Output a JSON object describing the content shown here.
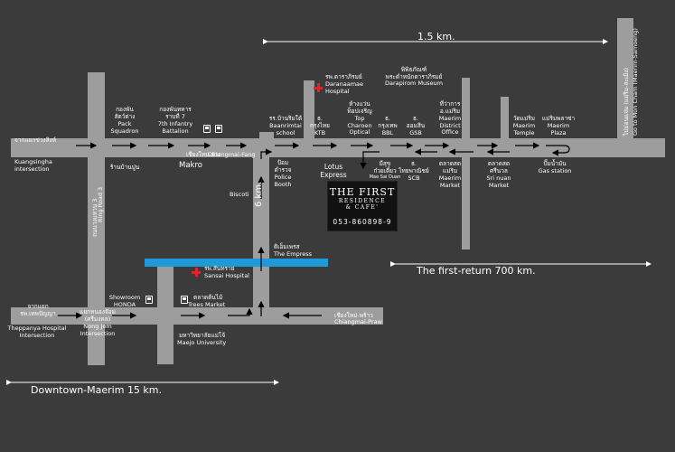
{
  "colors": {
    "background": "#3b3b3b",
    "road": "#9d9d9d",
    "canal": "#1f9ad6",
    "hospital": "#e8202a",
    "text": "#ffffff"
  },
  "distances": {
    "top": "1.5 km.",
    "return": "The first-return 700 km.",
    "downtown": "Downtown-Maerim   15 km.",
    "soi": "6 km."
  },
  "roads": {
    "chiangmai_fang": "Chiangmai-Fang",
    "chiangmai_fang_th": "เชียงใหม่-ฝาง",
    "chiangmai_praw": "Chiangmai-Praw",
    "chiangmai_praw_th": "เชียงใหม่-พร้าว",
    "ring_road": "Ring Road 3",
    "ring_road_th": "ถนนวงแหวน 3",
    "mon_cham": "Go to Mon Cham (Maerim-Samoeng)",
    "mon_cham_th": "ไปม่อนแจ่ม (แม่ริม-สะเมิง)"
  },
  "brand": {
    "title": "THE FIRST",
    "subtitle": "RESIDENCE\n& CAFE'",
    "phone": "053-860898-9"
  },
  "places": {
    "kuang_th": "จากแยกข่วงสิงห์",
    "kuang": "Kuangsingha\nintersection",
    "pack_th": "กองพัน\nสัตว์ต่าง",
    "pack": "Pack\nSquadron",
    "infantry_th": "กองพันทหาร\nราบที่ 7",
    "infantry": "7th Infantry\nBattalion",
    "baanrimtai_th": "รร.บ้านริมใต้",
    "baanrimtai": "Baanrimtai\nschool",
    "hosp_th": "รพ.ดาราภิรมย์",
    "hosp": "Daranaamae\nHospital",
    "ktb_th": "ธ.\nกรุงไทย",
    "ktb": "KTB",
    "topcharoen_th": "ห้างแว่น\nท็อปเจริญ",
    "topcharoen": "Top\nCharoen\nOptical",
    "bbl_th": "ธ.\nกรุงเทพ",
    "bbl": "BBL",
    "gsb_th": "ธ.\nออมสิน",
    "gsb": "GSB",
    "district_th": "ที่ว่าการ\nอ.แม่ริม",
    "district": "Maerim\nDistrict\nOffice",
    "museum_th": "พิพิธภัณฑ์\nพระตำหนักดาราภิรมย์",
    "museum": "Darapirom Museum",
    "temple_th": "วัดแม่ริม",
    "temple": "Maerim\nTemple",
    "plaza_th": "แม่ริมพลาซ่า",
    "plaza": "Maerim\nPlaza",
    "gas_th": "ปั๊มน้ำมัน",
    "gas": "Gas station",
    "sri_th": "ตลาดสด\nศรีนวล",
    "sri": "Sri nuan\nMarket",
    "maerim_mkt_th": "ตลาดสด\nแม่ริม",
    "maerim_mkt": "Maerim\nMarket",
    "scb_th": "ธ.\nไทยพาณิชย์",
    "scb": "SCB",
    "maesai_th": "มีสุข\nก๋วยเตี๋ยว",
    "maesai": "Mae Sai Duan",
    "lotus": "Lotus\nExpress",
    "police_th": "ป้อม\nตำรวจ",
    "police": "Police\nBooth",
    "bankrong_th": "ร้านบ้านปูน",
    "makro": "Makro",
    "biscoti": "Biscoti",
    "empress_th": "ดิเอ็มเพรส",
    "empress": "The Empress",
    "sansai_th": "รพ.สันทราย",
    "sansai": "Sansai Hospital",
    "showroom": "Showroom\nHONDA",
    "trees_th": "ตลาดต้นไม้",
    "trees": "Trees Market",
    "maejo_th": "มหาวิทยาลัยแม่โจ้",
    "maejo": "Maejo University",
    "theppanya_th": "จากแยก\nรพ.เทพปัญญา",
    "theppanya": "Theppanya Hospital\nIntersection",
    "nongjom_th": "แยกหนองจ๊อม\n(ศรีมงคล)",
    "nongjom": "Nong Jom\nIntersection"
  }
}
